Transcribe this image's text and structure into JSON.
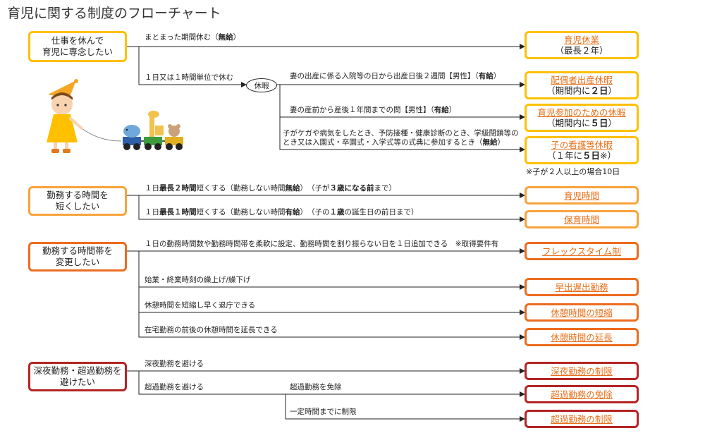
{
  "title": "育児に関する制度のフローチャート",
  "colors": {
    "yellow": "#FFC000",
    "orange_light": "#F8A23A",
    "orange": "#EC6C1F",
    "red": "#B32424",
    "link": "#E8701A"
  },
  "sources": [
    {
      "line1": "仕事を休んで",
      "line2": "育児に専念したい"
    },
    {
      "line1": "勤務する時間を",
      "line2": "短くしたい"
    },
    {
      "line1": "勤務する時間帯を",
      "line2": "変更したい"
    },
    {
      "line1": "深夜勤務・超過勤務を",
      "line2": "避けたい"
    }
  ],
  "oval": "休暇",
  "labels": {
    "l1": [
      "まとまった期間休む（",
      "無給",
      "）"
    ],
    "l2": "１日又は１時間単位で休む",
    "l3": [
      "妻の出産に係る入院等の日から出産日後２週間【男性】（",
      "有給",
      "）"
    ],
    "l4": [
      "妻の産前から産後１年間までの間【男性】（",
      "有給",
      "）"
    ],
    "l5": [
      "子がケガや病気をしたとき、予防接種・健康診断のとき、学級閉鎖等のとき又は入園式・卒園式・入学式等の式典に参加するとき（",
      "無給",
      "）"
    ],
    "l6": [
      "１日",
      "最長２時間",
      "短くする（勤務しない時間",
      "無給",
      "）　（子が",
      "３歳になる前",
      "まで）"
    ],
    "l7": [
      "１日",
      "最長１時間",
      "短くする（勤務しない時間",
      "有給",
      "）　（子の",
      "１歳",
      "の誕生日の前日まで）"
    ],
    "l8": "１日の勤務時間数や勤務時間帯を柔軟に設定、勤務時間を割り振らない日を１日追加できる　※取得要件有",
    "l9": "始業・終業時刻の繰上げ/繰下げ",
    "l10": "休憩時間を短縮し早く退庁できる",
    "l11": "在宅勤務の前後の休憩時間を延長できる",
    "l12": "深夜勤務を避ける",
    "l13": "超過勤務を避ける",
    "l14": "超過勤務を免除",
    "l15": "一定時間までに制限"
  },
  "destinations": [
    {
      "line1": "育児休業",
      "line2": "（最長２年）"
    },
    {
      "line1": "配偶者出産休暇",
      "line2_a": "（期間内に",
      "line2_b": "２日",
      "line2_c": "）"
    },
    {
      "line1": "育児参加のための休暇",
      "line2_a": "（期間内に",
      "line2_b": "５日",
      "line2_c": "）"
    },
    {
      "line1": "子の看護等休暇",
      "line2_a": "（１年に",
      "line2_b": "５日",
      "line2_c": "※）"
    },
    {
      "line1": "育児時間"
    },
    {
      "line1": "保育時間"
    },
    {
      "line1": "フレックスタイム制"
    },
    {
      "line1": "早出遅出勤務"
    },
    {
      "line1": "休憩時間の短縮"
    },
    {
      "line1": "休憩時間の延長"
    },
    {
      "line1": "深夜勤務の制限"
    },
    {
      "line1": "超過勤務の免除"
    },
    {
      "line1": "超過勤務の制限"
    }
  ],
  "note": "※子が２人以上の場合10日",
  "illustration": {
    "child": "child-with-toy-train-illustration"
  }
}
